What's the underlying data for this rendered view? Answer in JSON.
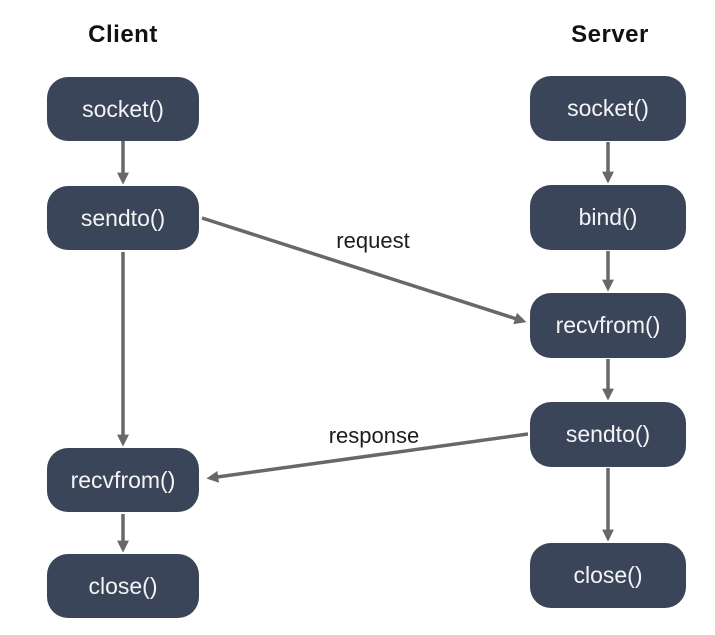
{
  "diagram": {
    "type": "flowchart",
    "topic": "UDP client-server socket call sequence",
    "colors": {
      "node_fill": "#3b4559",
      "node_text": "#f4f4f6",
      "arrow": "#686868",
      "header_text": "#111111",
      "edge_label_text": "#1c1c1c",
      "background": "#ffffff"
    },
    "client": {
      "header": "Client",
      "nodes": [
        {
          "label": "socket()"
        },
        {
          "label": "sendto()"
        },
        {
          "label": "recvfrom()"
        },
        {
          "label": "close()"
        }
      ]
    },
    "server": {
      "header": "Server",
      "nodes": [
        {
          "label": "socket()"
        },
        {
          "label": "bind()"
        },
        {
          "label": "recvfrom()"
        },
        {
          "label": "sendto()"
        },
        {
          "label": "close()"
        }
      ]
    },
    "messages": [
      {
        "label": "request",
        "from": "client sendto()",
        "to": "server recvfrom()"
      },
      {
        "label": "response",
        "from": "server sendto()",
        "to": "client recvfrom()"
      }
    ],
    "flow_arrows": [
      "client socket() -> client sendto()",
      "client sendto() -> client recvfrom()",
      "client recvfrom() -> client close()",
      "server socket() -> server bind()",
      "server bind() -> server recvfrom()",
      "server recvfrom() -> server sendto()",
      "server sendto() -> server close()"
    ]
  }
}
